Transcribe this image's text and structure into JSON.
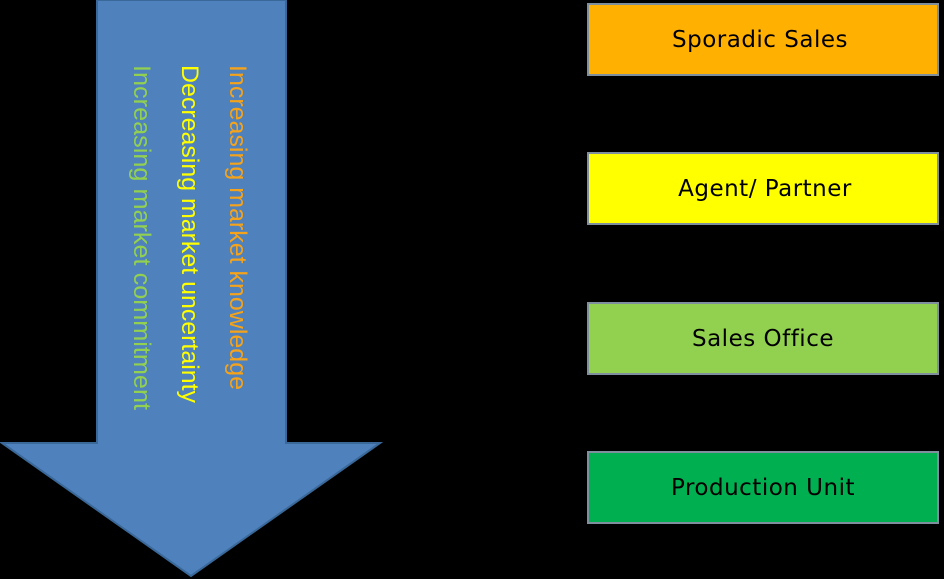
{
  "arrow": {
    "fill": "#4f81bd",
    "stroke": "#3a6898",
    "labels": [
      {
        "text": "Increasing market knowledge",
        "color": "#f5a31a"
      },
      {
        "text": "Decreasing market uncertainty",
        "color": "#ffff00"
      },
      {
        "text": "Increasing market commitment",
        "color": "#92d050"
      }
    ]
  },
  "stages": [
    {
      "label": "Sporadic Sales",
      "color": "#ffb000"
    },
    {
      "label": "Agent/ Partner",
      "color": "#ffff00"
    },
    {
      "label": "Sales Office",
      "color": "#92d050"
    },
    {
      "label": "Production Unit",
      "color": "#00b050"
    }
  ]
}
